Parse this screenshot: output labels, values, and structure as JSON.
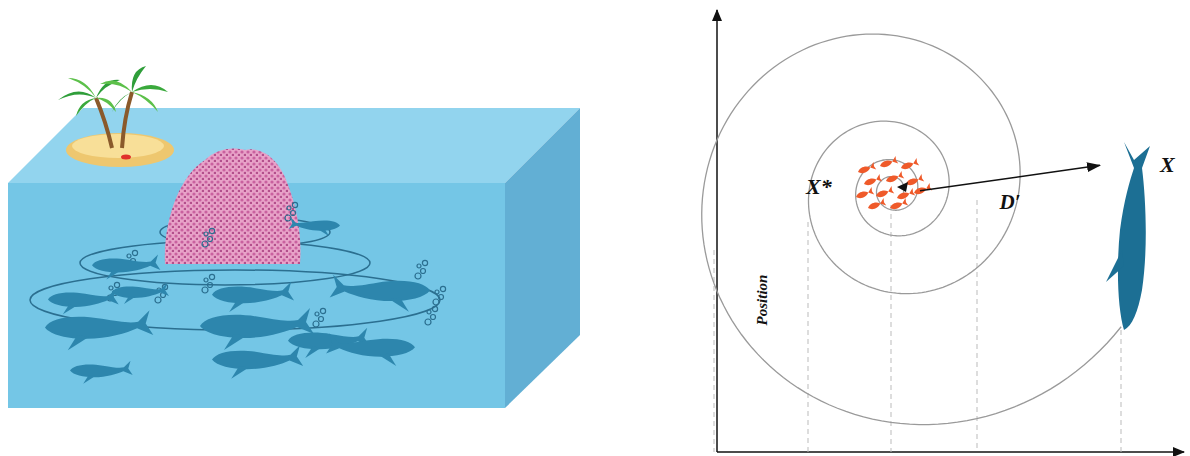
{
  "diagram": {
    "nodes": [
      {
        "text": [
          "X*"
        ]
      },
      {
        "text": [
          "X"
        ]
      }
    ],
    "edges": [
      {
        "from": 0,
        "to": 1,
        "label": "D′",
        "arrow": "to"
      }
    ],
    "labels": [
      "Position"
    ]
  }
}
